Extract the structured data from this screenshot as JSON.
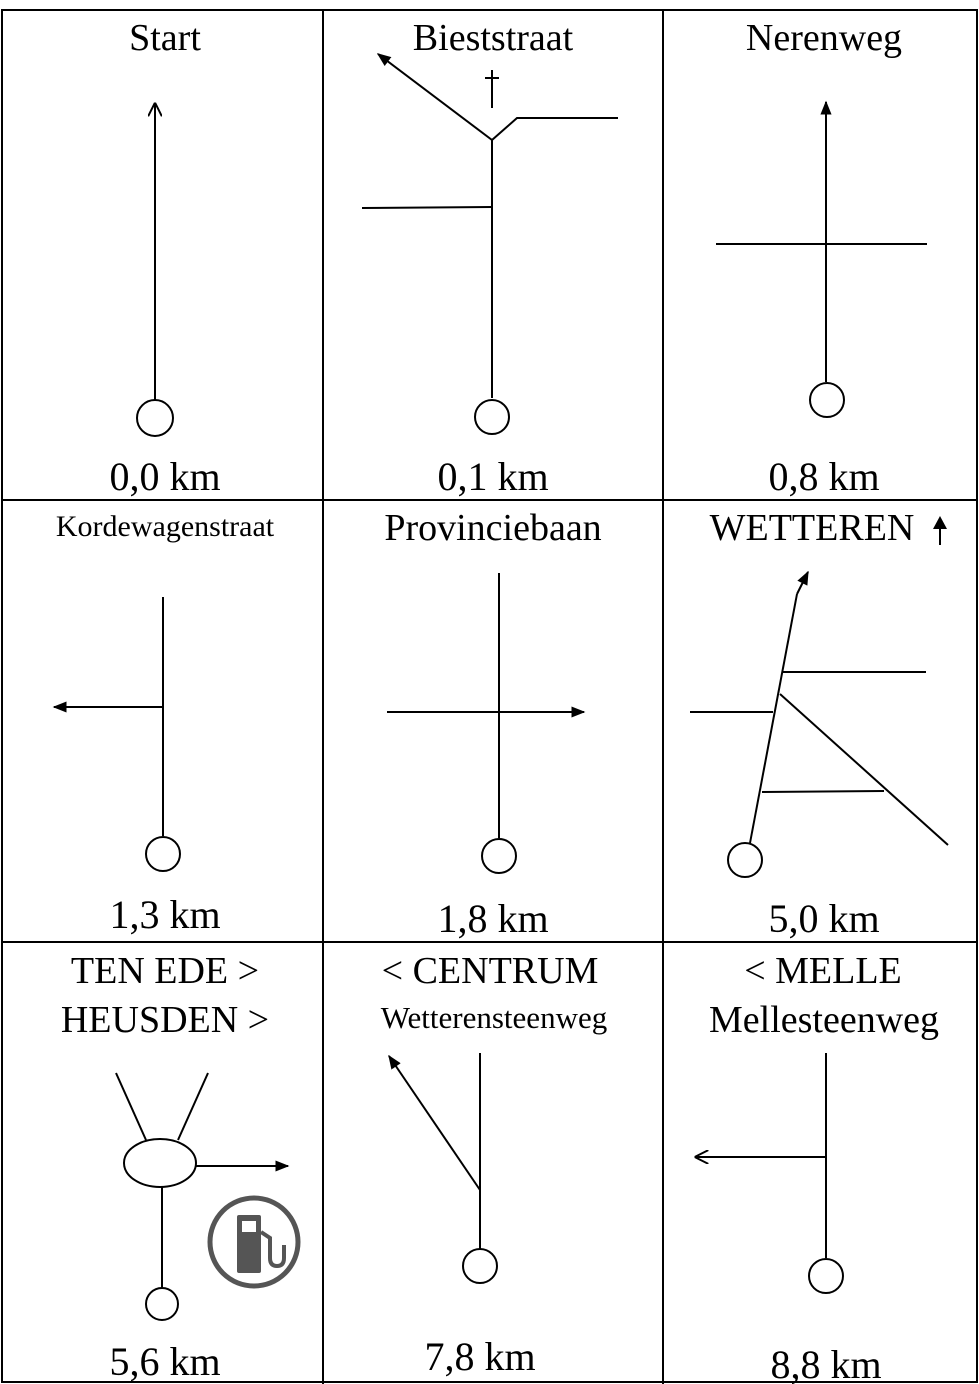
{
  "cells": [
    {
      "title": "Start",
      "distance": "0,0 km"
    },
    {
      "title": "Bieststraat",
      "distance": "0,1 km"
    },
    {
      "title": "Nerenweg",
      "distance": "0,8 km"
    },
    {
      "title": "Kordewagenstraat",
      "distance": "1,3 km"
    },
    {
      "title": "Provinciebaan",
      "distance": "1,8 km"
    },
    {
      "title": "WETTEREN",
      "distance": "5,0 km"
    },
    {
      "title_line1": "TEN EDE >",
      "title_line2": "HEUSDEN >",
      "distance": "5,6 km"
    },
    {
      "title_line1": "< CENTRUM",
      "title_line2": "Wetterensteenweg",
      "distance": "7,8 km"
    },
    {
      "title_line1": "< MELLE",
      "title_line2": "Mellesteenweg",
      "distance": "8,8 km"
    }
  ],
  "icons": {
    "cross": "church-cross-icon",
    "fuel": "fuel-station-icon",
    "up_arrow": "up-arrow-icon"
  },
  "colors": {
    "line": "#000000",
    "fuel_icon": "#555555"
  }
}
